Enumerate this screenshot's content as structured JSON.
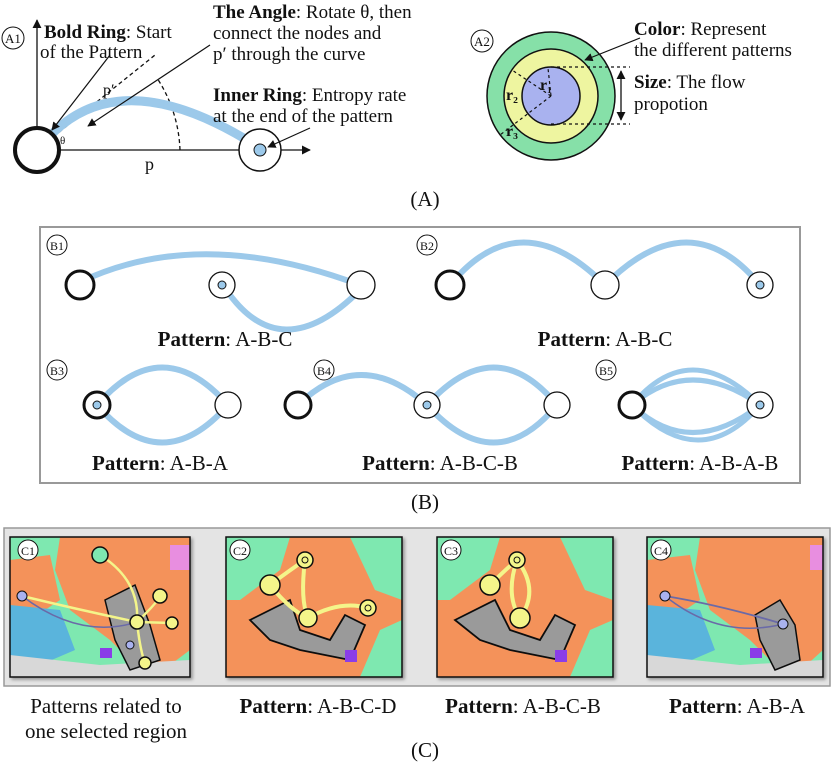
{
  "panel_a": {
    "caption": "(A)",
    "a1": {
      "badge": "A1",
      "bold_ring_term": "Bold Ring",
      "bold_ring_text1": ": Start",
      "bold_ring_text2": "of the Pattern",
      "angle_term": "The Angle",
      "angle_text1": ": Rotate θ, then",
      "angle_text2": "connect the nodes and",
      "angle_text3": "p′ through the curve",
      "inner_ring_term": "Inner Ring",
      "inner_ring_text1": ": Entropy rate",
      "inner_ring_text2": "at the end of the pattern",
      "p_label": "p",
      "p_prime_label": "p′",
      "theta_label": "θ"
    },
    "a2": {
      "badge": "A2",
      "color_term": "Color",
      "color_text1": ": Represent",
      "color_text2": "the different patterns",
      "size_term": "Size",
      "size_text1": ": The flow",
      "size_text2": "propotion",
      "r1": "r₁",
      "r2": "r₂",
      "r3": "r₃",
      "colors": {
        "outer": "#86e0a8",
        "middle": "#eef5a0",
        "inner": "#a9b2ef"
      }
    }
  },
  "panel_b": {
    "caption": "(B)",
    "items": [
      {
        "badge": "B1",
        "label_term": "Pattern",
        "label_value": ": A-B-C"
      },
      {
        "badge": "B2",
        "label_term": "Pattern",
        "label_value": ": A-B-C"
      },
      {
        "badge": "B3",
        "label_term": "Pattern",
        "label_value": ": A-B-A"
      },
      {
        "badge": "B4",
        "label_term": "Pattern",
        "label_value": ": A-B-C-B"
      },
      {
        "badge": "B5",
        "label_term": "Pattern",
        "label_value": ": A-B-A-B"
      }
    ]
  },
  "panel_c": {
    "caption": "(C)",
    "items": [
      {
        "badge": "C1",
        "caption_line1": "Patterns related to",
        "caption_line2": "one selected region"
      },
      {
        "badge": "C2",
        "label_term": "Pattern",
        "label_value": ": A-B-C-D"
      },
      {
        "badge": "C3",
        "label_term": "Pattern",
        "label_value": ": A-B-C-B"
      },
      {
        "badge": "C4",
        "label_term": "Pattern",
        "label_value": ": A-B-A"
      }
    ],
    "map_colors": {
      "orange": "#f4925a",
      "green": "#7ee8b0",
      "water": "#5ab4dc",
      "gray": "#9a9a9a",
      "road": "#d8d8d8",
      "node": "#f4f58a",
      "node_stroke": "#c8b800",
      "pink": "#e88ee0",
      "purple": "#8a3ee8"
    }
  },
  "style": {
    "flow": "#9cc9ea",
    "node_dot": "#9cc9ea"
  }
}
